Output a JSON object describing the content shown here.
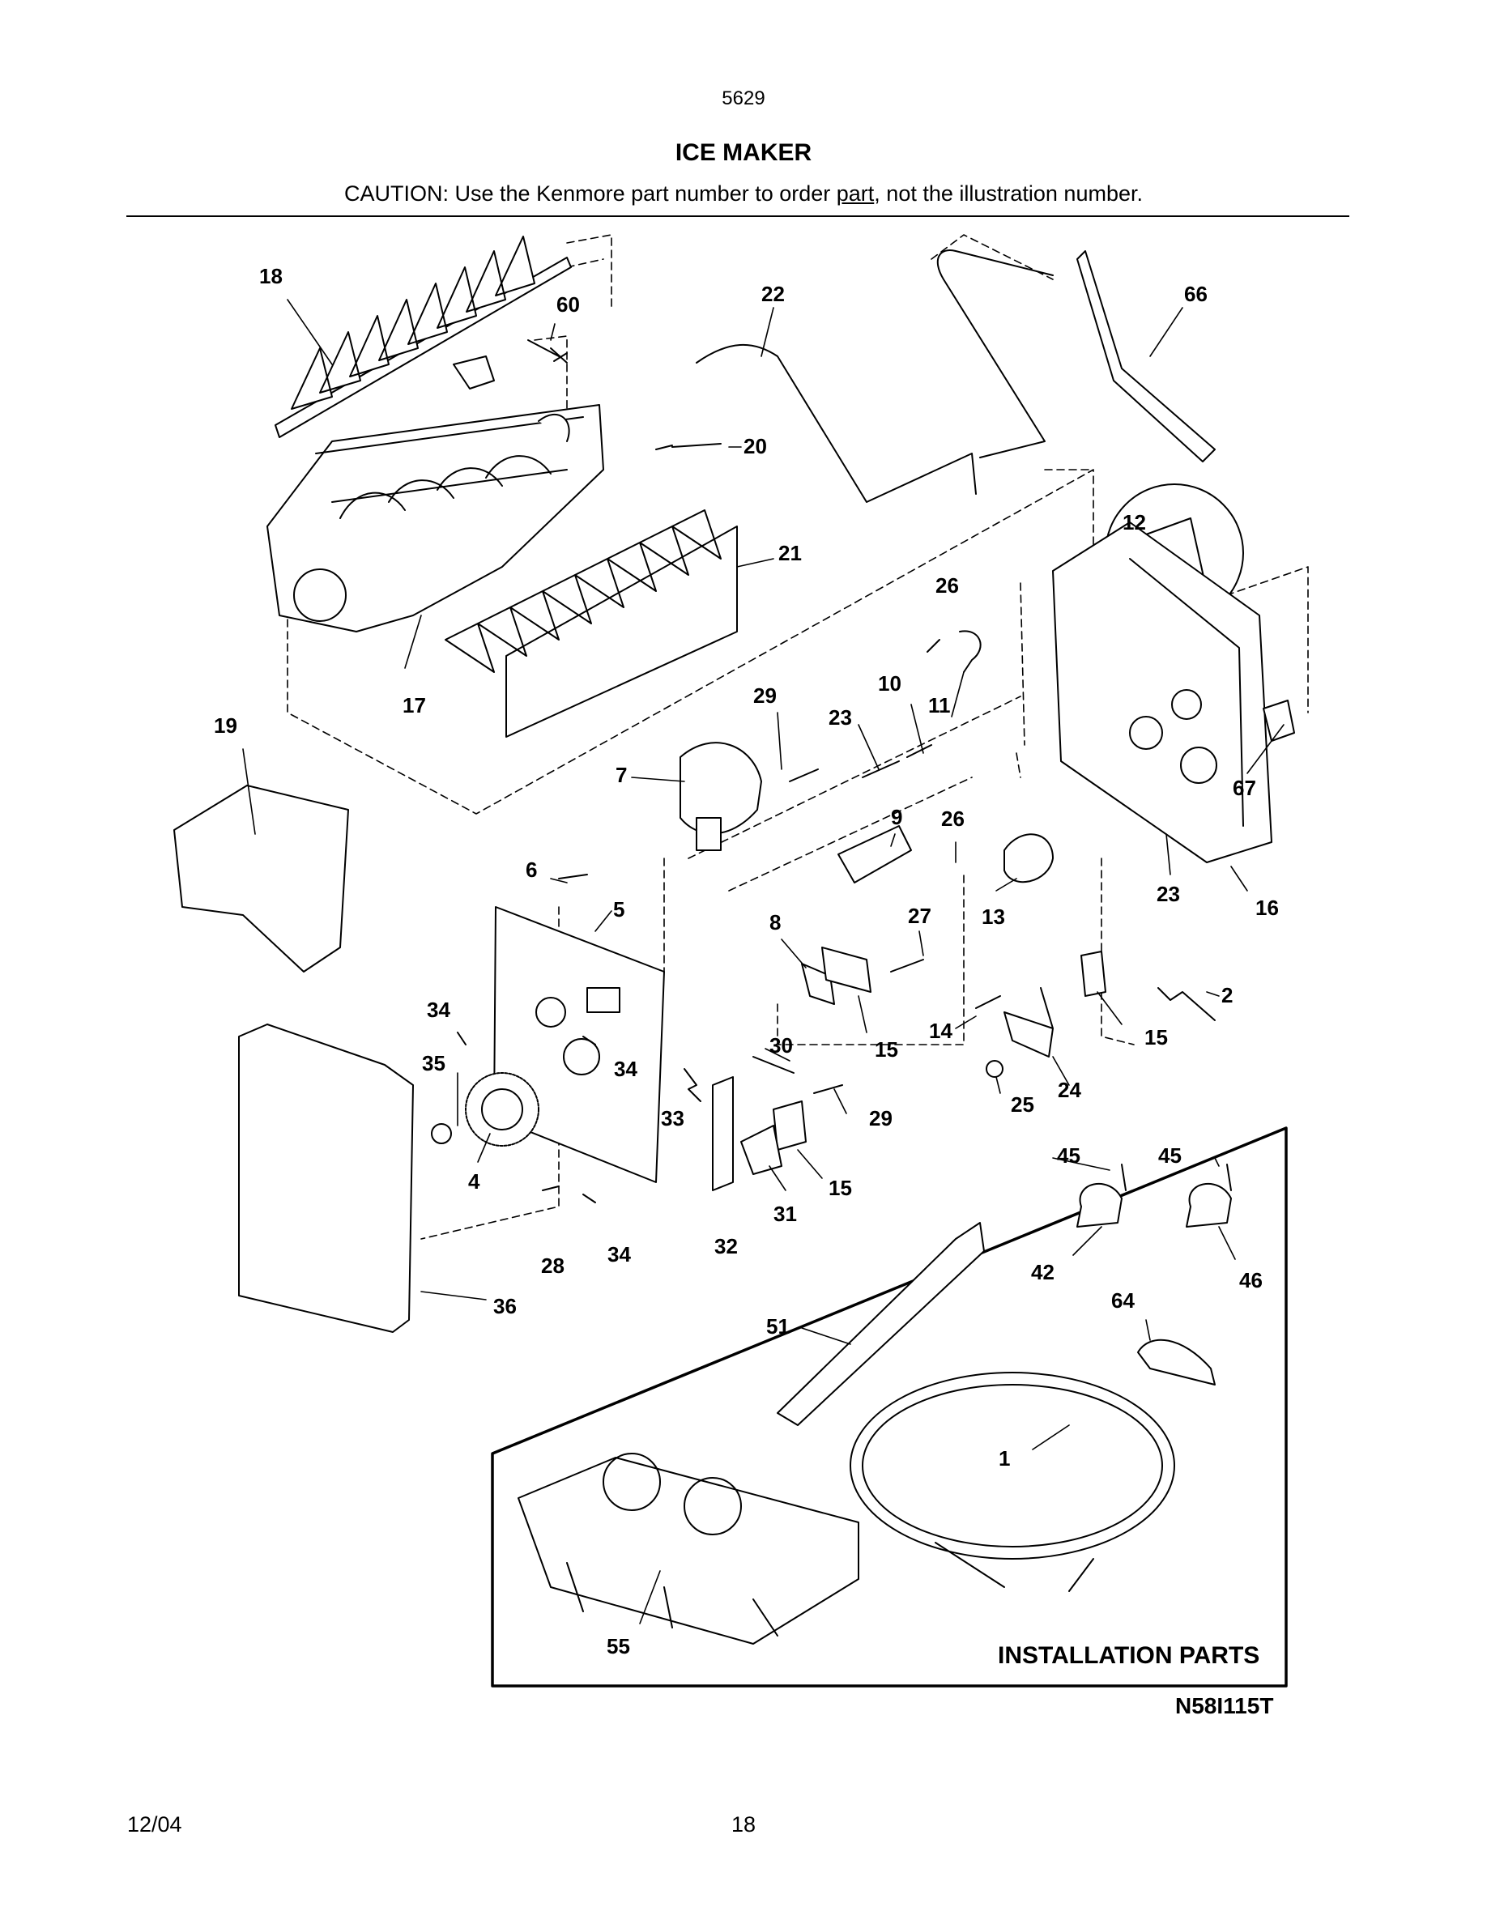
{
  "header": {
    "model_number": "5629",
    "title": "ICE MAKER",
    "caution_prefix": "CAUTION: Use the Kenmore part number to order ",
    "caution_link": "part",
    "caution_suffix": ", not the illustration number."
  },
  "callouts": [
    "18",
    "60",
    "22",
    "66",
    "20",
    "21",
    "12",
    "26",
    "17",
    "29",
    "10",
    "11",
    "19",
    "23",
    "7",
    "67",
    "9",
    "26",
    "6",
    "5",
    "8",
    "27",
    "13",
    "23",
    "16",
    "2",
    "34",
    "30",
    "15",
    "14",
    "15",
    "35",
    "34",
    "33",
    "29",
    "24",
    "25",
    "45",
    "45",
    "4",
    "15",
    "31",
    "28",
    "34",
    "32",
    "42",
    "46",
    "36",
    "64",
    "51",
    "1",
    "55"
  ],
  "installation_label": "INSTALLATION PARTS",
  "diagram_code": "N58I115T",
  "footer": {
    "date": "12/04",
    "page": "18"
  }
}
